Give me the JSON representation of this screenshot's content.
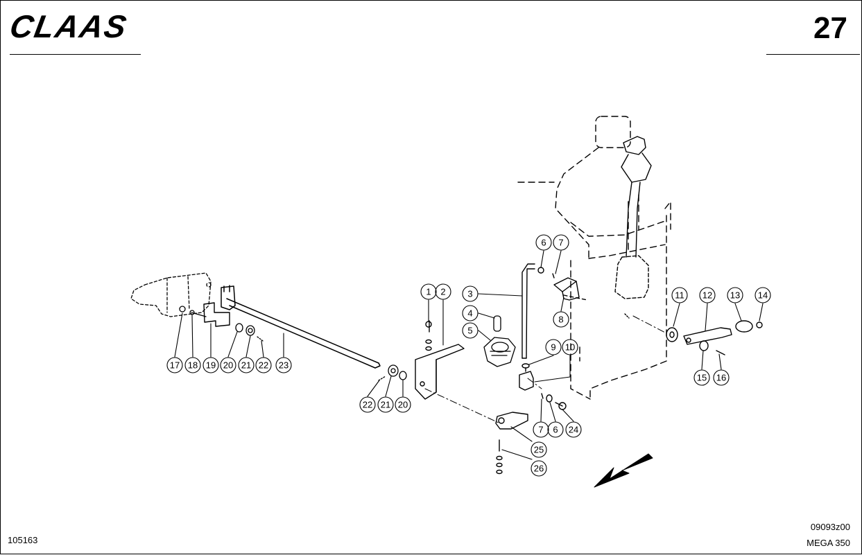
{
  "header": {
    "logo_text": "CLAAS",
    "page_number": "27"
  },
  "footer": {
    "sheet_number": "105163",
    "drawing_code": "09093z00",
    "model": "MEGA 350"
  },
  "callouts": [
    {
      "label": "1"
    },
    {
      "label": "2"
    },
    {
      "label": "3"
    },
    {
      "label": "4"
    },
    {
      "label": "5"
    },
    {
      "label": "6"
    },
    {
      "label": "7"
    },
    {
      "label": "8"
    },
    {
      "label": "9"
    },
    {
      "label": "10"
    },
    {
      "label": "11"
    },
    {
      "label": "12"
    },
    {
      "label": "13"
    },
    {
      "label": "14"
    },
    {
      "label": "15"
    },
    {
      "label": "16"
    },
    {
      "label": "17"
    },
    {
      "label": "18"
    },
    {
      "label": "19"
    },
    {
      "label": "20"
    },
    {
      "label": "21"
    },
    {
      "label": "22"
    },
    {
      "label": "23"
    },
    {
      "label": "22"
    },
    {
      "label": "21"
    },
    {
      "label": "20"
    },
    {
      "label": "7"
    },
    {
      "label": "6"
    },
    {
      "label": "24"
    },
    {
      "label": "25"
    },
    {
      "label": "26"
    }
  ],
  "colors": {
    "ink": "#000000",
    "paper": "#ffffff"
  }
}
